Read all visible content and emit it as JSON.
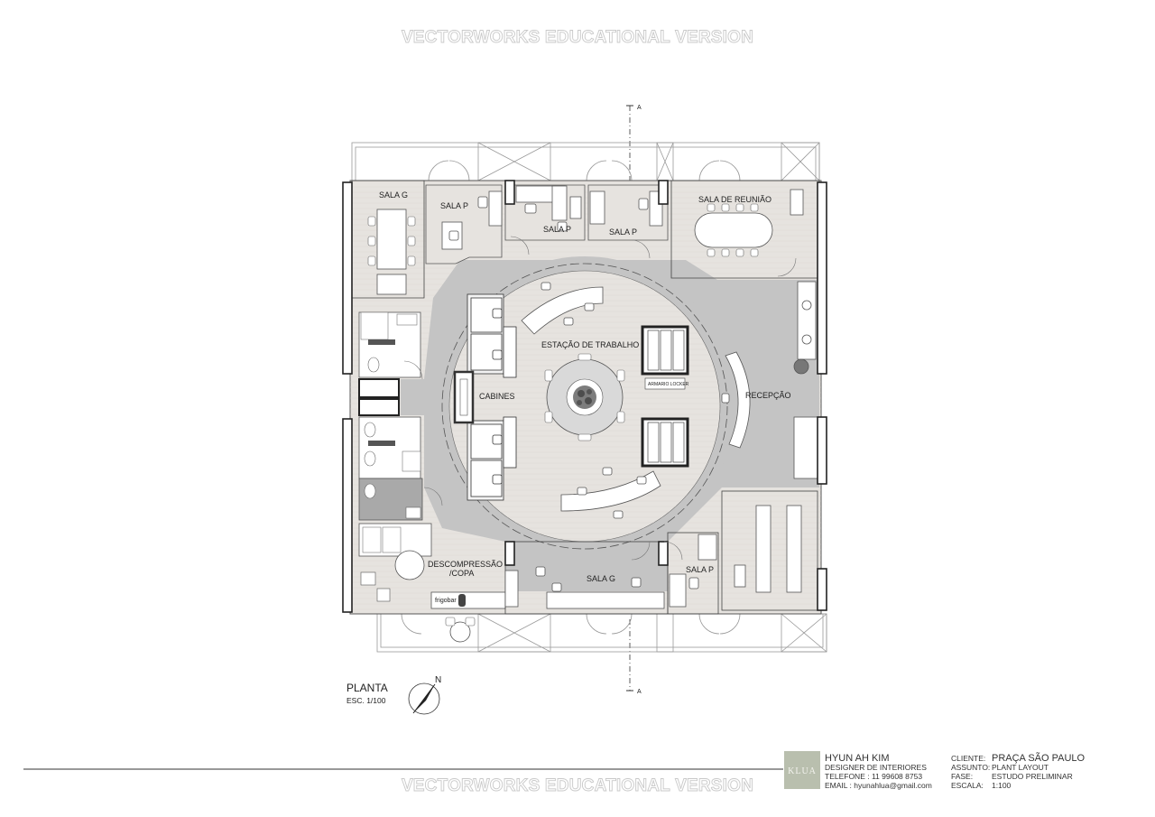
{
  "watermark": "VECTORWORKS EDUCATIONAL VERSION",
  "section_marker": "A",
  "rooms": {
    "sala_g_top": "SALA  G",
    "sala_p_1": "SALA  P",
    "sala_p_2": "SALA  P",
    "sala_p_3": "SALA  P",
    "sala_reuniao": "SALA DE REUNIÃO",
    "estacao": "ESTAÇÃO DE TRABALHO",
    "cabines": "CABINES",
    "recepcao": "RECEPÇÃO",
    "armario": "ARMARIO LOCKER",
    "descompressao_1": "DESCOMPRESSÃO",
    "descompressao_2": "/COPA",
    "frigobar": "frigobar",
    "sala_g_bottom": "SALA  G",
    "sala_p_bottom": "SALA  P"
  },
  "plan_label": {
    "title": "PLANTA",
    "scale": "ESC. 1/100",
    "north": "N"
  },
  "title_block": {
    "logo": "KLUA",
    "designer_name": "HYUN AH KIM",
    "designer_role": "DESIGNER DE INTERIORES",
    "phone": "TELEFONE : 11 99608 8753",
    "email": "EMAIL : hyunahlua@gmail.com",
    "client_label": "CLIENTE:",
    "client_value": "PRAÇA SÃO PAULO",
    "subject_label": "ASSUNTO:",
    "subject_value": "PLANT LAYOUT",
    "phase_label": "FASE:",
    "phase_value": "ESTUDO PRELIMINAR",
    "scale_label": "ESCALA:",
    "scale_value": "1:100"
  },
  "colors": {
    "floor_light": "#e6e3df",
    "circulation": "#c4c4c4",
    "wall": "#3a3a3a",
    "logo_bg": "#b9bfae"
  }
}
